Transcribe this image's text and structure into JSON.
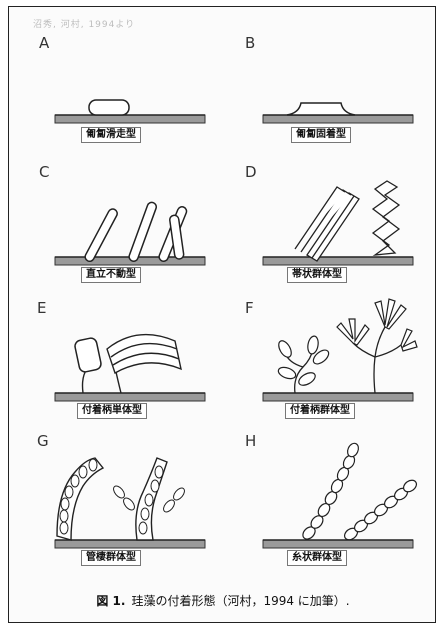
{
  "header": {
    "faint_text": "沼秀, 河村, 1994より"
  },
  "panels": [
    {
      "letter": "A",
      "label": "匍匐滑走型"
    },
    {
      "letter": "B",
      "label": "匍匐固着型"
    },
    {
      "letter": "C",
      "label": "直立不動型"
    },
    {
      "letter": "D",
      "label": "帯状群体型"
    },
    {
      "letter": "E",
      "label": "付着柄単体型"
    },
    {
      "letter": "F",
      "label": "付着柄群体型"
    },
    {
      "letter": "G",
      "label": "管棲群体型"
    },
    {
      "letter": "H",
      "label": "糸状群体型"
    }
  ],
  "caption": {
    "figno": "図 1.",
    "text": "珪藻の付着形態（河村，1994 に加筆）."
  }
}
